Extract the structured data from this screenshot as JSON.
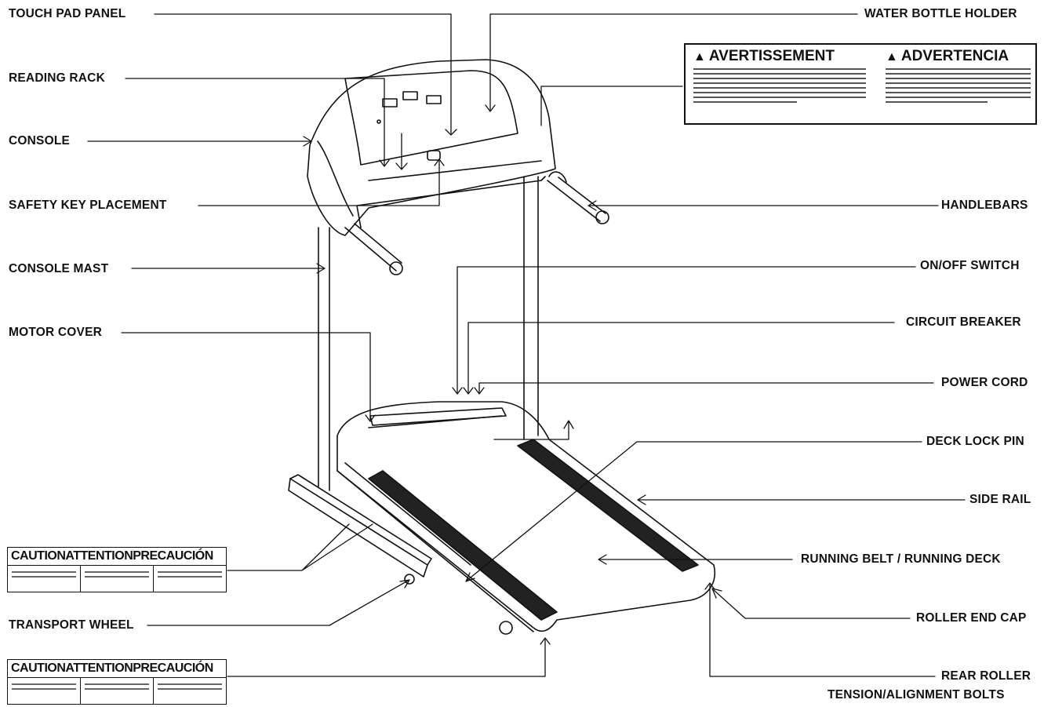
{
  "labels": {
    "touch_pad_panel": "TOUCH PAD PANEL",
    "reading_rack": "READING RACK",
    "console": "CONSOLE",
    "safety_key_placement": "SAFETY KEY PLACEMENT",
    "console_mast": "CONSOLE MAST",
    "motor_cover": "MOTOR COVER",
    "transport_wheel": "TRANSPORT WHEEL",
    "water_bottle_holder": "WATER BOTTLE HOLDER",
    "handlebars": "HANDLEBARS",
    "on_off_switch": "ON/OFF SWITCH",
    "circuit_breaker": "CIRCUIT BREAKER",
    "power_cord": "POWER CORD",
    "deck_lock_pin": "DECK LOCK PIN",
    "side_rail": "SIDE RAIL",
    "running_belt": "RUNNING BELT / RUNNING DECK",
    "roller_end_cap": "ROLLER END CAP",
    "rear_roller_line1": "REAR ROLLER",
    "rear_roller_line2": "TENSION/ALIGNMENT BOLTS"
  },
  "warning": {
    "fr_title": "AVERTISSEMENT",
    "es_title": "ADVERTENCIA",
    "icon": "warning-triangle-icon"
  },
  "caution_labels": {
    "title": "CAUTIONATTENTIONPRECAUCIÓN"
  }
}
